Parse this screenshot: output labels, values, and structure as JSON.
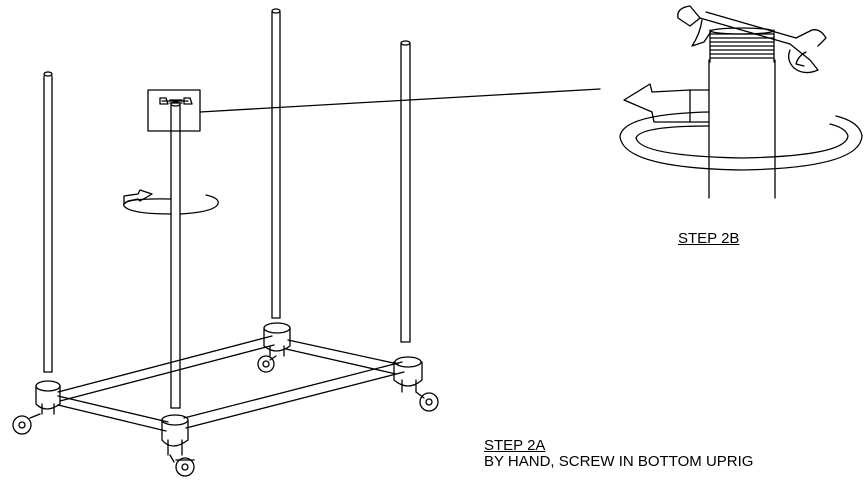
{
  "steps": {
    "step_2b": {
      "label": "STEP 2B"
    },
    "step_2a": {
      "label": "STEP 2A",
      "instruction": "BY HAND, SCREW IN BOTTOM UPRIG"
    }
  },
  "colors": {
    "line": "#000000",
    "background": "#ffffff"
  },
  "icons": [
    "wrench-icon",
    "rotation-arrow-icon",
    "caster-wheel-icon",
    "pipe-fitting-icon"
  ]
}
